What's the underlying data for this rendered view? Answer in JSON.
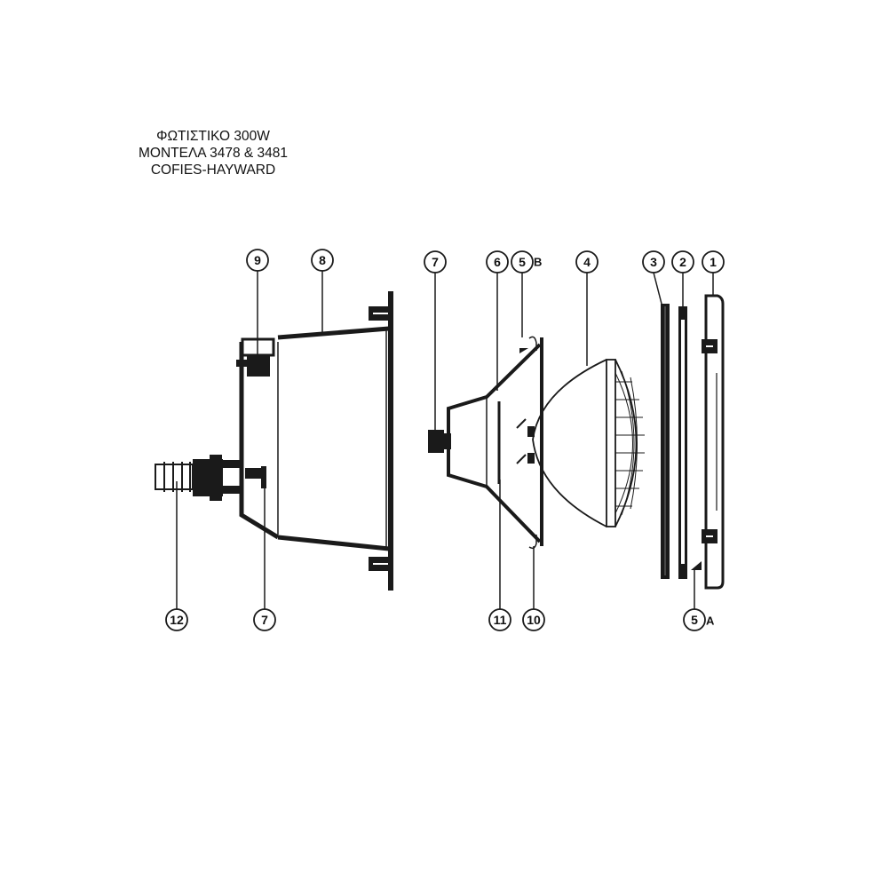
{
  "title": {
    "line1": "ΦΩΤΙΣΤΙΚΟ 300W",
    "line2": "ΜΟΝΤΕΛΑ 3478 & 3481",
    "line3": "COFIES-HAYWARD"
  },
  "callouts": {
    "c9": "9",
    "c8": "8",
    "c7_top": "7",
    "c6": "6",
    "c5b": "5",
    "c5b_letter": "B",
    "c4": "4",
    "c3": "3",
    "c2": "2",
    "c1": "1",
    "c12": "12",
    "c7_bottom": "7",
    "c11": "11",
    "c10": "10",
    "c5a": "5",
    "c5a_letter": "A"
  },
  "colors": {
    "ink": "#1a1a1a",
    "background": "#ffffff"
  }
}
